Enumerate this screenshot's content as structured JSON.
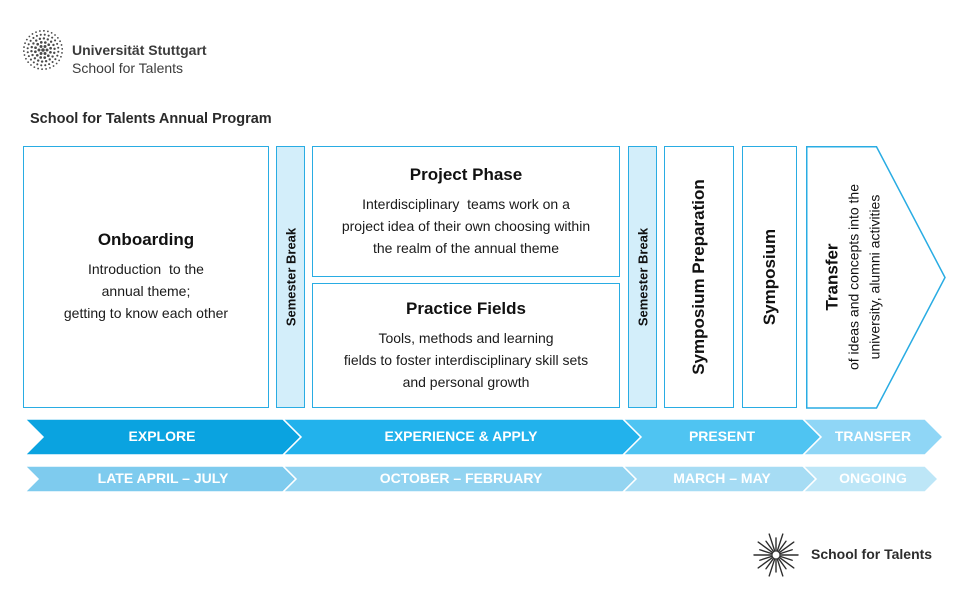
{
  "header": {
    "university": "Universität Stuttgart",
    "school": "School for Talents"
  },
  "title": "School for Talents Annual Program",
  "boxes": {
    "onboarding": {
      "title": "Onboarding",
      "lines": [
        "Introduction  to the",
        "annual theme;",
        "getting to know each other"
      ]
    },
    "break1": "Semester Break",
    "project": {
      "title": "Project Phase",
      "lines": [
        "Interdisciplinary  teams work on a",
        "project idea of their own choosing within",
        "the realm of the annual theme"
      ]
    },
    "practice": {
      "title": "Practice Fields",
      "lines": [
        "Tools, methods and learning",
        "fields to foster interdisciplinary skill sets",
        "and personal growth"
      ]
    },
    "break2": "Semester Break",
    "symposium_prep": "Symposium Preparation",
    "symposium": "Symposium",
    "transfer": {
      "title": "Transfer",
      "lines": [
        "of ideas and concepts into the",
        "university, alumni activities"
      ]
    }
  },
  "phases": [
    "EXPLORE",
    "EXPERIENCE & APPLY",
    "PRESENT",
    "TRANSFER"
  ],
  "periods": [
    "LATE APRIL – JULY",
    "OCTOBER – FEBRUARY",
    "MARCH – MAY",
    "ONGOING"
  ],
  "colors": {
    "border": "#29ace3",
    "break_fill": "#d3eefa",
    "phase": [
      "#0aa3e0",
      "#22b2ec",
      "#4fc4f2",
      "#8fd6f6"
    ],
    "period": [
      "#7ecbee",
      "#93d4f1",
      "#a6dcf4",
      "#bde6f7"
    ]
  },
  "footer": {
    "brand": "School for Talents"
  }
}
